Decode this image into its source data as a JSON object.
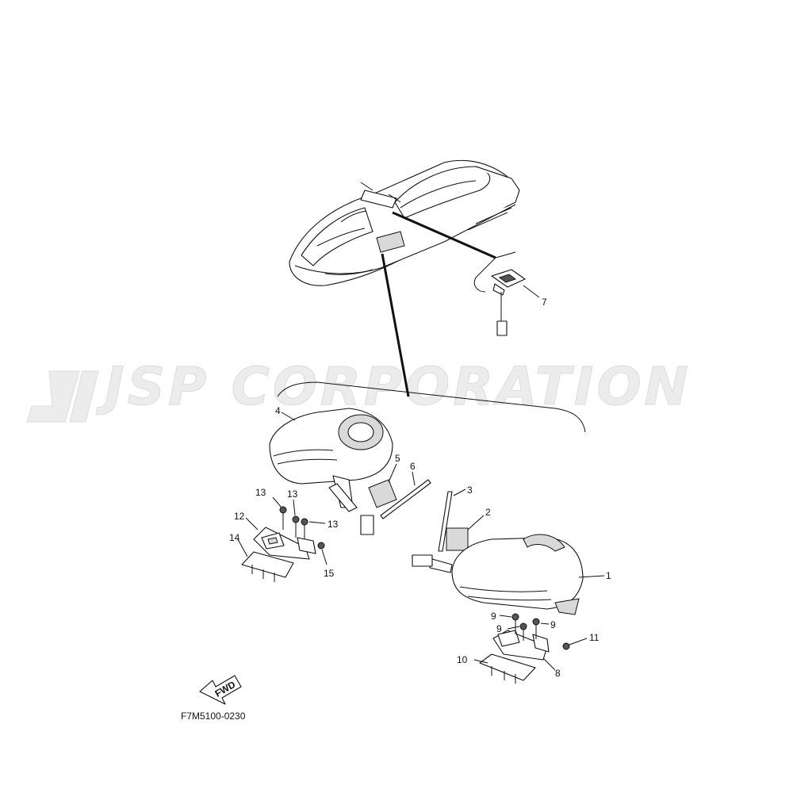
{
  "watermark": {
    "text": "JSP CORPORATION"
  },
  "diagram_code": "F7M5100-0230",
  "fwd_label": "FWD",
  "callouts": [
    {
      "id": "c1",
      "text": "1"
    },
    {
      "id": "c2",
      "text": "2"
    },
    {
      "id": "c3",
      "text": "3"
    },
    {
      "id": "c4",
      "text": "4"
    },
    {
      "id": "c5",
      "text": "5"
    },
    {
      "id": "c6",
      "text": "6"
    },
    {
      "id": "c7",
      "text": "7"
    },
    {
      "id": "c8",
      "text": "8"
    },
    {
      "id": "c9a",
      "text": "9"
    },
    {
      "id": "c9b",
      "text": "9"
    },
    {
      "id": "c9c",
      "text": "9"
    },
    {
      "id": "c10",
      "text": "10"
    },
    {
      "id": "c11",
      "text": "11"
    },
    {
      "id": "c12",
      "text": "12"
    },
    {
      "id": "c13a",
      "text": "13"
    },
    {
      "id": "c13b",
      "text": "13"
    },
    {
      "id": "c13c",
      "text": "13"
    },
    {
      "id": "c14",
      "text": "14"
    },
    {
      "id": "c15",
      "text": "15"
    }
  ]
}
